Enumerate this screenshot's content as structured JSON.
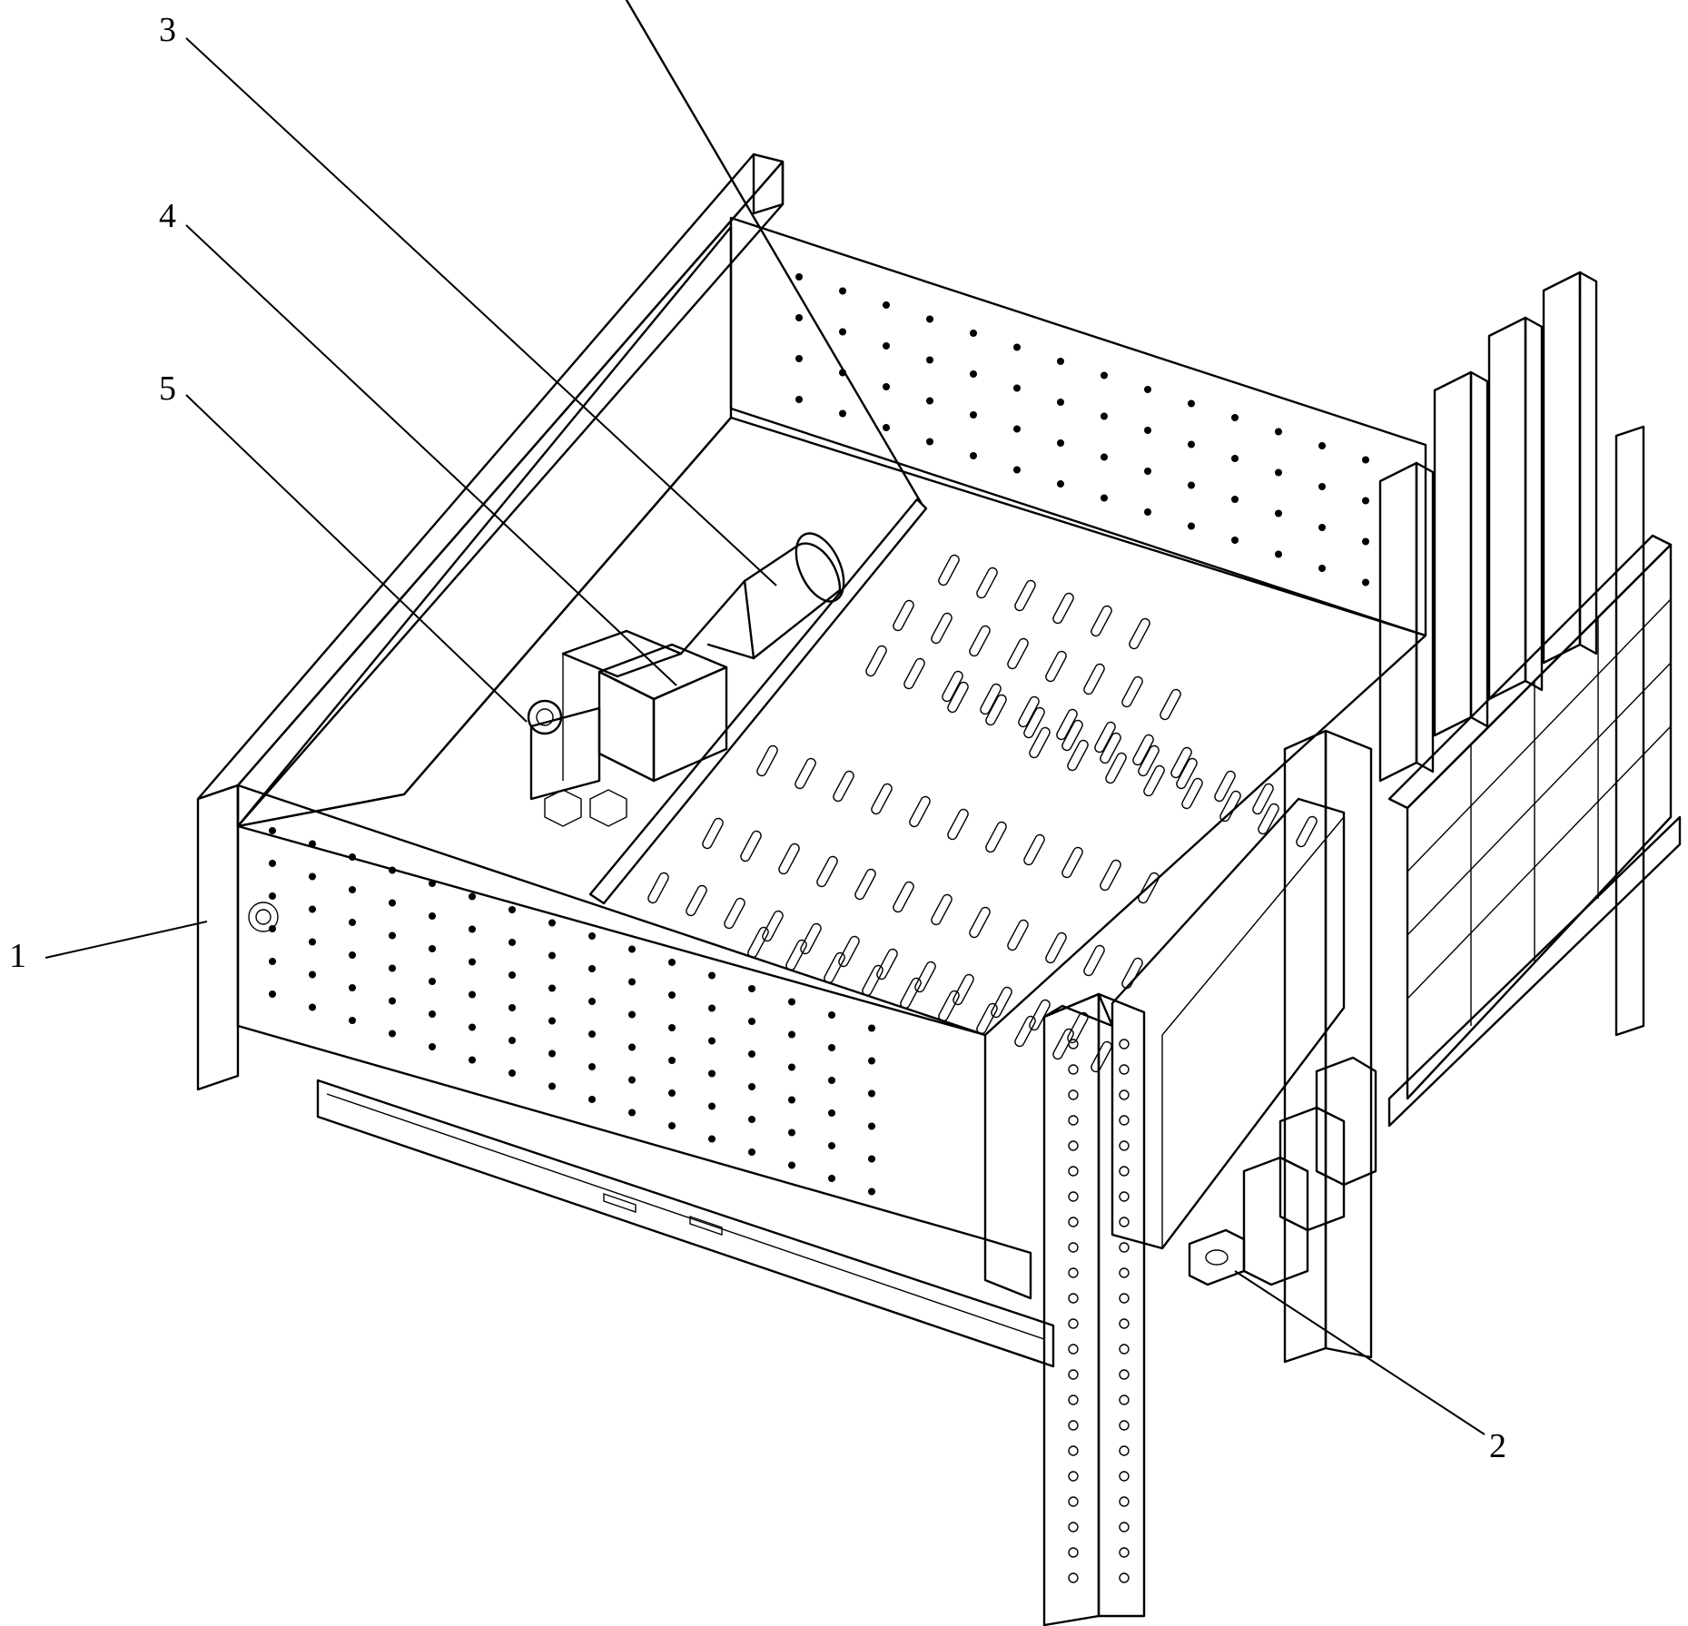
{
  "figure": {
    "callouts": [
      {
        "id": "1",
        "text": "1"
      },
      {
        "id": "2",
        "text": "2"
      },
      {
        "id": "3",
        "text": "3"
      },
      {
        "id": "4",
        "text": "4"
      },
      {
        "id": "5",
        "text": "5"
      }
    ],
    "colors": {
      "line": "#000000",
      "background": "#ffffff"
    }
  }
}
